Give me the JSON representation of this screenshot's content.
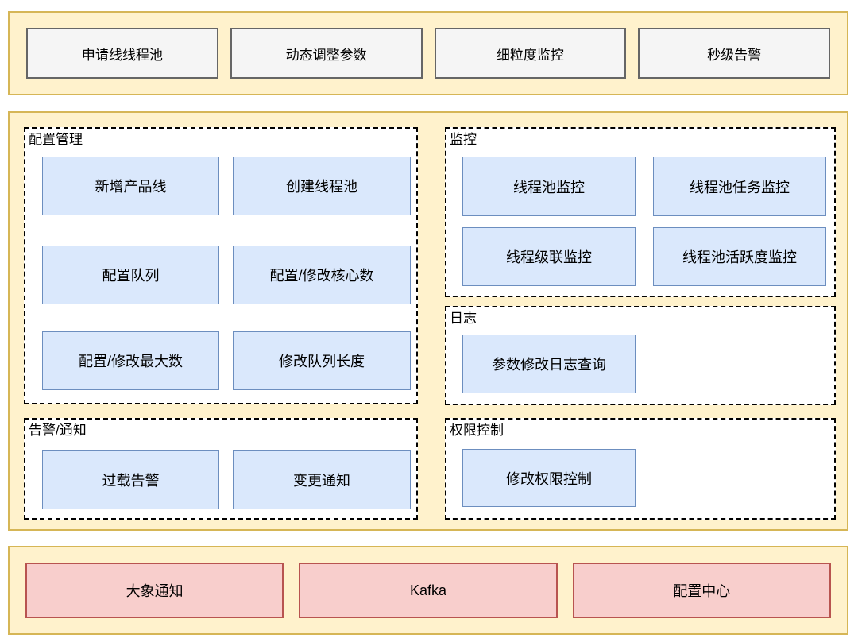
{
  "colors": {
    "band_fill": "#FFF2CC",
    "band_border": "#D6B656",
    "plain_box_fill": "#F5F5F5",
    "plain_box_border": "#666666",
    "feature_box_fill": "#DAE8FC",
    "feature_box_border": "#6C8EBF",
    "infra_box_fill": "#F8CECC",
    "infra_box_border": "#B85450",
    "section_border": "#000000",
    "text": "#000000"
  },
  "top_band": {
    "items": [
      "申请线线程池",
      "动态调整参数",
      "细粒度监控",
      "秒级告警"
    ]
  },
  "sections": {
    "config": {
      "title": "配置管理",
      "items": [
        "新增产品线",
        "创建线程池",
        "配置队列",
        "配置/修改核心数",
        "配置/修改最大数",
        "修改队列长度"
      ]
    },
    "monitor": {
      "title": "监控",
      "items": [
        "线程池监控",
        "线程池任务监控",
        "线程级联监控",
        "线程池活跃度监控"
      ]
    },
    "log": {
      "title": "日志",
      "items": [
        "参数修改日志查询"
      ]
    },
    "alert": {
      "title": "告警/通知",
      "items": [
        "过载告警",
        "变更通知"
      ]
    },
    "permission": {
      "title": "权限控制",
      "items": [
        "修改权限控制"
      ]
    }
  },
  "bottom_band": {
    "items": [
      "大象通知",
      "Kafka",
      "配置中心"
    ]
  }
}
